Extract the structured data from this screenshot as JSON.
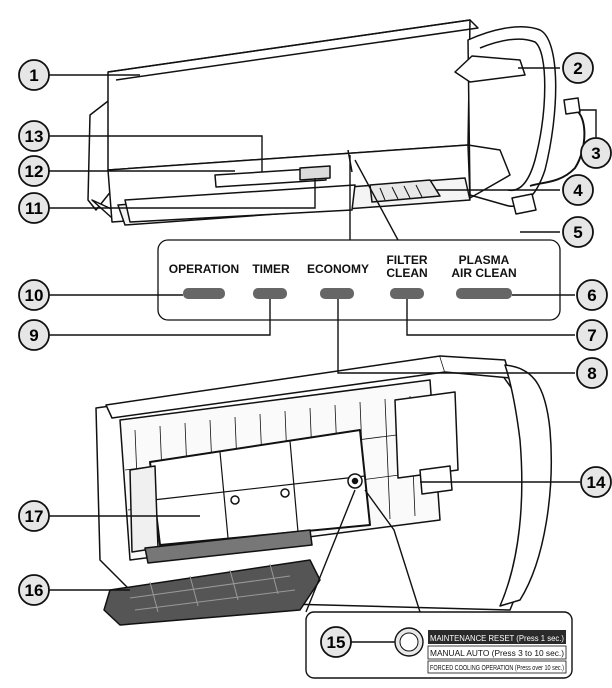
{
  "callouts": [
    "1",
    "2",
    "3",
    "4",
    "5",
    "6",
    "7",
    "8",
    "9",
    "10",
    "11",
    "12",
    "13",
    "14",
    "15",
    "16",
    "17"
  ],
  "indicator_labels": {
    "operation": "OPERATION",
    "timer": "TIMER",
    "economy": "ECONOMY",
    "filter_clean_line1": "FILTER",
    "filter_clean_line2": "CLEAN",
    "plasma_line1": "PLASMA",
    "plasma_line2": "AIR CLEAN"
  },
  "button_panel": {
    "row1": "MAINTENANCE RESET (Press 1 sec.)",
    "row2": "MANUAL AUTO (Press 3 to 10 sec.)",
    "row3": "FORCED COOLING OPERATION (Press over 10 sec.)"
  },
  "colors": {
    "line": "#111111",
    "indicator": "#666666",
    "callout_fill": "#e6e6e6",
    "panel_dark": "#2a2a2a"
  }
}
